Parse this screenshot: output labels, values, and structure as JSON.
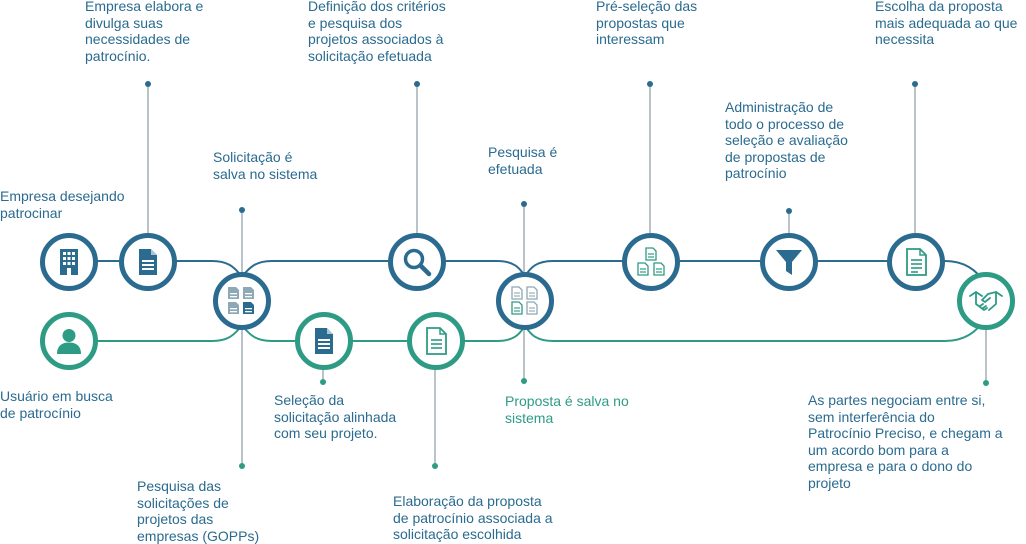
{
  "colors": {
    "blue": "#2a6b8f",
    "green": "#2e9b85",
    "line_gray": "#8a9ba3",
    "icon_light": "#8fa8b5"
  },
  "labels": {
    "empresa_desejando": "Empresa desejando\npatrocinar",
    "empresa_elabora": "Empresa elabora e\ndivulga suas\nnecessidades de\npatrocínio.",
    "solicitacao_salva": "Solicitação é\nsalva no sistema",
    "definicao_criterios": "Definição dos critérios\ne pesquisa dos\nprojetos associados à\nsolicitação efetuada",
    "pesquisa_efetuada": "Pesquisa é\nefetuada",
    "pre_selecao": "Pré-seleção das\npropostas que\ninteressam",
    "administracao": "Administração de\ntodo o processo de\nseleção e avaliação\nde propostas de\npatrocínio",
    "escolha_proposta": "Escolha da proposta\nmais adequada ao que\nnecessita",
    "usuario_busca": "Usuário em busca\nde patrocínio",
    "pesquisa_gopps": "Pesquisa das\nsolicitações de\nprojetos das\nempresas (GOPPs)",
    "selecao_solicitacao": "Seleção  da\nsolicitação alinhada\ncom seu projeto.",
    "elaboracao_proposta": "Elaboração da proposta\nde patrocínio associada a\nsolicitação escolhida",
    "proposta_salva": "Proposta é salva no\nsistema",
    "partes_negociam": "As partes negociam entre si,\nsem interferência do\nPatrocínio Preciso, e chegam a\num acordo bom para a\nempresa e para o dono do\nprojeto"
  },
  "icons": {
    "company": "building-icon",
    "document": "document-icon",
    "multi_documents": "multiple-documents-icon",
    "search": "magnifying-glass-icon",
    "preselect": "documents-stack-icon",
    "filter": "funnel-icon",
    "choose": "list-document-icon",
    "user": "user-icon",
    "handshake": "handshake-icon"
  }
}
